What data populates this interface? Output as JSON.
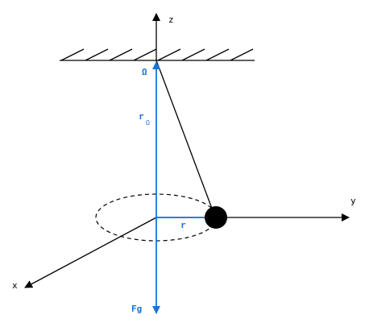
{
  "labels": {
    "z": "z",
    "y": "y",
    "x": "x",
    "omega": "Ω",
    "r_omega_main": "r",
    "r_omega_sub": "Ω",
    "r": "r",
    "fg": "Fg"
  },
  "colors": {
    "axis": "#000000",
    "vector": "#1a73d9",
    "mass": "#000000",
    "orbit": "#000000"
  }
}
